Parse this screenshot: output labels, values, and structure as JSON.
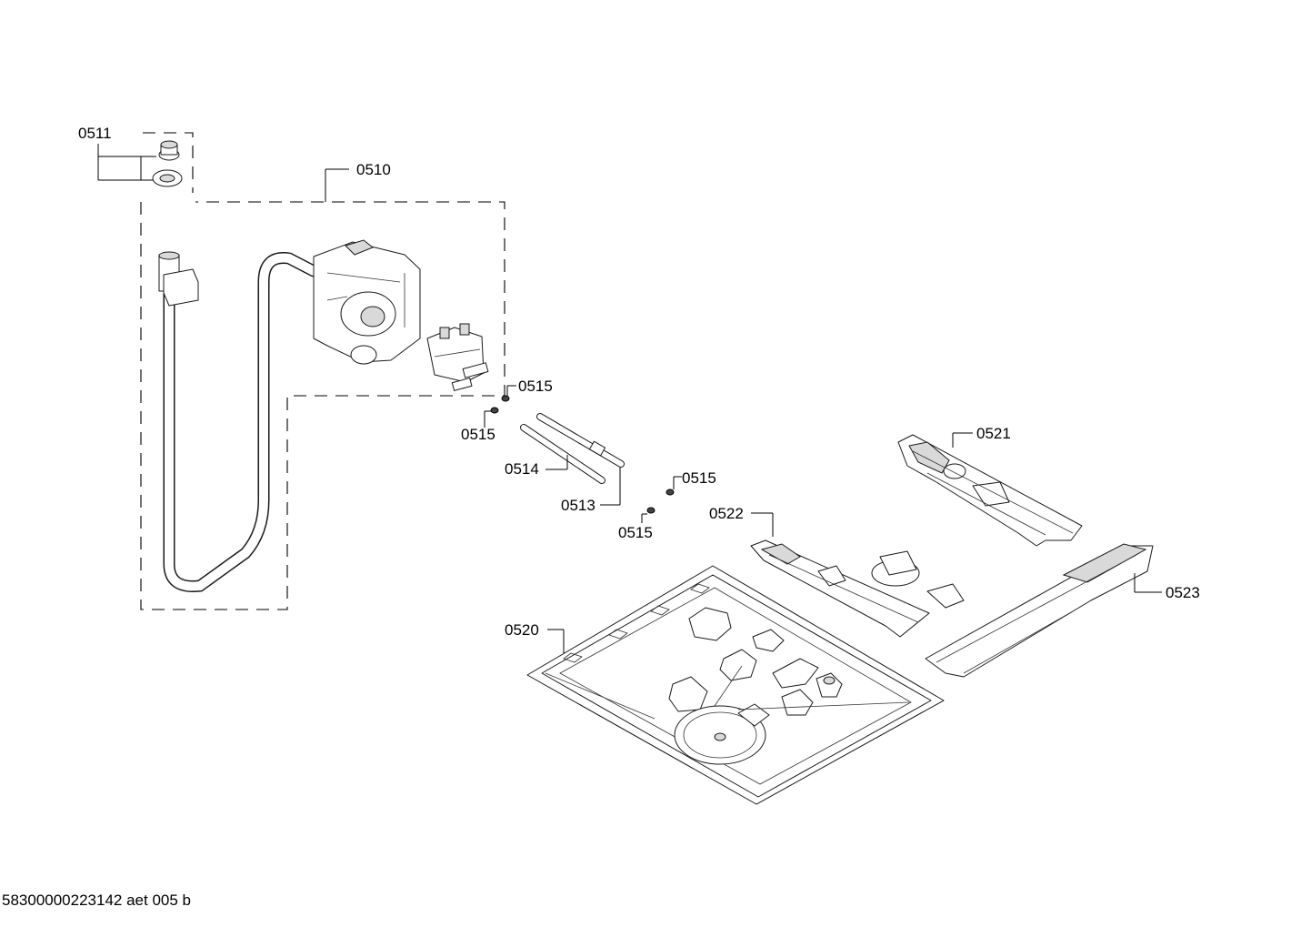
{
  "callouts": {
    "c0511": "0511",
    "c0510": "0510",
    "c0515a": "0515",
    "c0515b": "0515",
    "c0514": "0514",
    "c0513": "0513",
    "c0515c": "0515",
    "c0515d": "0515",
    "c0521": "0521",
    "c0522": "0522",
    "c0523": "0523",
    "c0520": "0520"
  },
  "footer": {
    "code": "58300000223142 aet 005 b"
  }
}
